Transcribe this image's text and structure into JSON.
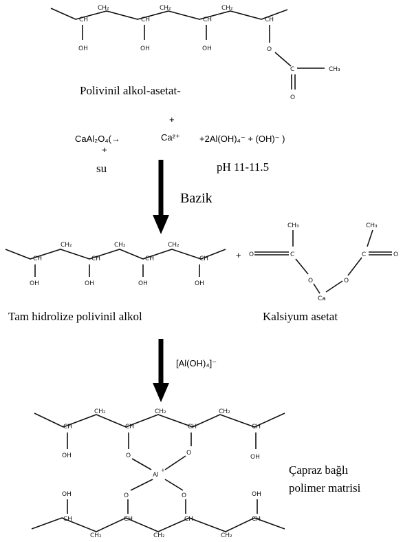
{
  "labels": {
    "polyvinyl_acetate": "Polivinil alkol-asetat-",
    "hydrolyzed_pva": "Tam hidrolize polivinil alkol",
    "calcium_acetate": "Kalsiyum asetat",
    "crosslinked_1": "Çapraz bağlı",
    "crosslinked_2": "polimer matrisi"
  },
  "reaction": {
    "reactant": "CaAl₂O₄(→",
    "ca_ion": "Ca²⁺",
    "products": "+2Al(OH)₄⁻ + (OH)⁻ )",
    "plus_top": "+",
    "plus_bottom": "+",
    "water": "su",
    "ph": "pH 11-11.5",
    "condition": "Bazik",
    "catalyst": "[Al(OH)₄]⁻",
    "plus_between": "+"
  },
  "groups": {
    "CH": "CH",
    "CH2": "CH₂",
    "OH": "OH",
    "O": "O",
    "C": "C",
    "CH3": "CH₃",
    "Ca": "Ca",
    "Al": "Al",
    "al_charge": "+"
  }
}
